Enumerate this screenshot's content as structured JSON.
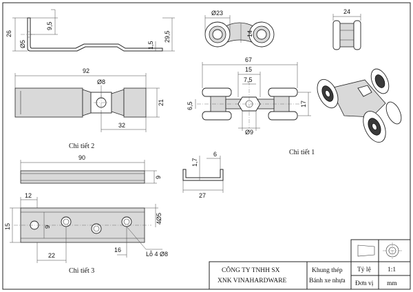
{
  "labels": {
    "part1": "Chi tiết 1",
    "part2": "Chi tiết 2",
    "part3": "Chi tiết 3"
  },
  "title_block": {
    "company_line1": "CÔNG TY TNHH SX",
    "company_line2": "XNK VINAHARDWARE",
    "material_line1": "Khung thép",
    "material_line2": "Bánh xe nhựa",
    "scale_label": "Tỷ lệ",
    "scale_value": "1:1",
    "unit_label": "Đơn vị",
    "unit_value": "mm"
  },
  "dims": {
    "plate_side": {
      "h26": "26",
      "h9_5": "9,5",
      "d5": "Ø5",
      "h29_5": "29,5",
      "t1_5": "1,5"
    },
    "plate_top": {
      "l92": "92",
      "d8": "Ø8",
      "w21": "21",
      "l32": "32"
    },
    "wheel_front": {
      "d23": "Ø23",
      "h14": "14"
    },
    "wheel_side": {
      "w24": "24"
    },
    "wheel_top": {
      "l67": "67",
      "l15": "15",
      "l7_5": "7,5",
      "h6_5": "6,5",
      "h17": "17",
      "d9": "Ø9"
    },
    "channel_section": {
      "h1_7": "1,7",
      "w6": "6",
      "w27": "27"
    },
    "rail_side": {
      "l90": "90",
      "h9": "9"
    },
    "rail_top": {
      "l12": "12",
      "h15": "15",
      "h9": "9",
      "l22": "22",
      "l16": "16",
      "d4_5": "4Ø5",
      "holes_note": "Lỗ 4 Ø8"
    }
  }
}
